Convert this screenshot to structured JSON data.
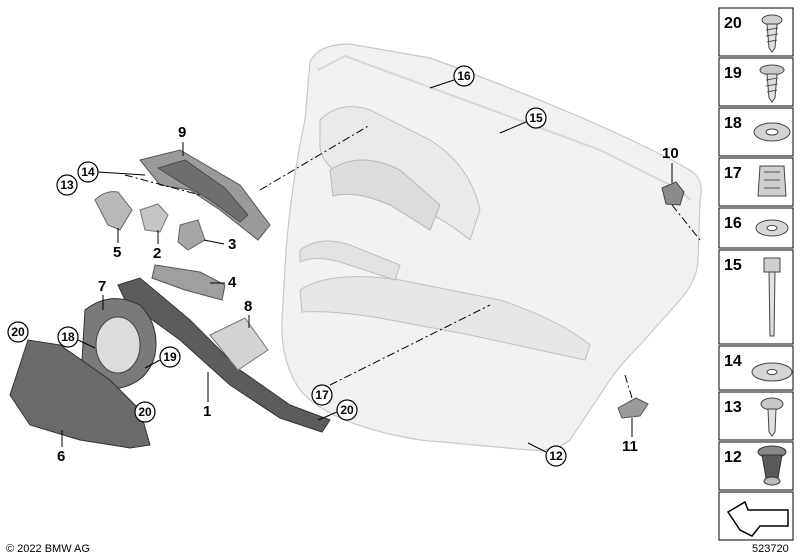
{
  "part_labels": {
    "p1": "1",
    "p2": "2",
    "p3": "3",
    "p4": "4",
    "p5": "5",
    "p6": "6",
    "p7": "7",
    "p8": "8",
    "p9": "9",
    "p10": "10",
    "p11": "11"
  },
  "callouts": {
    "c12": "12",
    "c13": "13",
    "c14": "14",
    "c15": "15",
    "c16": "16",
    "c17": "17",
    "c18": "18",
    "c19": "19",
    "c20a": "20",
    "c20b": "20",
    "c20c": "20"
  },
  "legend": [
    "20",
    "19",
    "18",
    "17",
    "16",
    "15",
    "14",
    "13",
    "12"
  ],
  "footer": {
    "copyright": "© 2022 BMW AG",
    "diagram_number": "523720"
  }
}
